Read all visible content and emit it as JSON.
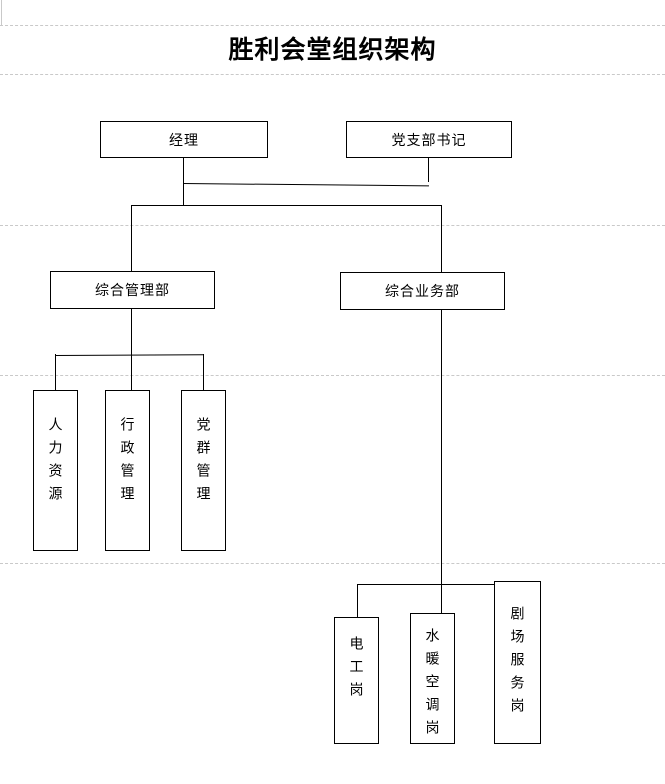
{
  "page": {
    "title": "胜利会堂组织架构",
    "background_color": "#ffffff",
    "line_color": "#000000",
    "guide_color": "#c9c9c9"
  },
  "chart_type": "org-chart",
  "nodes": {
    "manager": "经理",
    "party_secretary": "党支部书记",
    "general_management_dept": "综合管理部",
    "general_business_dept": "综合业务部",
    "human_resources": "人力资源",
    "administrative_management": "行政管理",
    "party_mass_management": "党群管理",
    "electrician_post": "电工岗",
    "hvac_post": "水暖空调岗",
    "theater_service_post": "剧场服务岗"
  }
}
